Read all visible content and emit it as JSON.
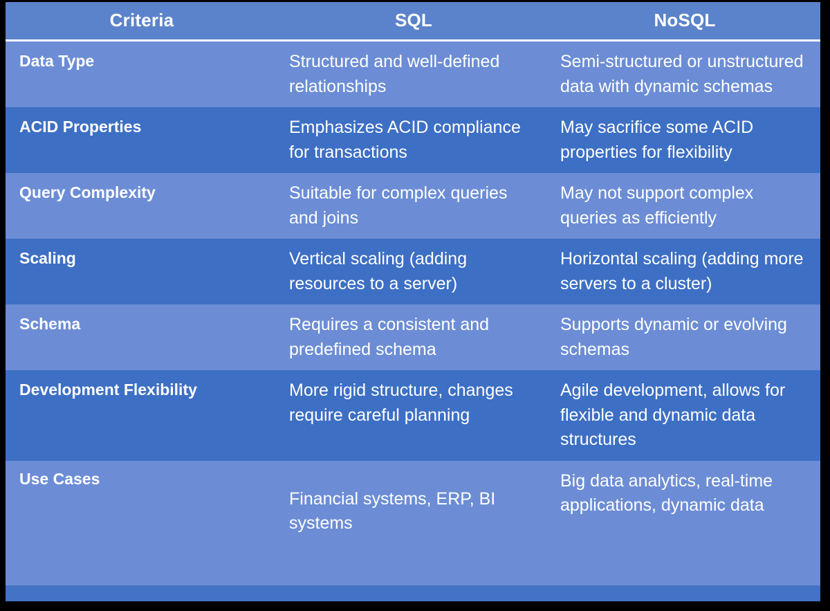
{
  "document": {
    "title": "SQL vs NoSQL Comparison Table",
    "type": "comparison-table"
  },
  "colors": {
    "header_background": "#5B83CB",
    "row_light": "#6C8DD5",
    "row_dark": "#3D6FC4",
    "text": "#FFFFFF",
    "page_background": "#000000",
    "separator": "#FFFFFF"
  },
  "table": {
    "columns": [
      {
        "key": "criteria",
        "label": "Criteria",
        "align": "center"
      },
      {
        "key": "sql",
        "label": "SQL",
        "align": "center"
      },
      {
        "key": "nosql",
        "label": "NoSQL",
        "align": "center"
      }
    ],
    "rows": [
      {
        "criteria": "Data Type",
        "sql": "Structured and well-defined relationships",
        "nosql": "Semi-structured or unstructured data with dynamic schemas",
        "band": "light"
      },
      {
        "criteria": "ACID Properties",
        "sql": "Emphasizes ACID compliance for transactions",
        "nosql": "May sacrifice some ACID properties for flexibility",
        "band": "dark"
      },
      {
        "criteria": "Query Complexity",
        "sql": "Suitable for complex queries and joins",
        "nosql": "May not support complex queries as efficiently",
        "band": "light"
      },
      {
        "criteria": "Scaling",
        "sql": "Vertical scaling (adding resources to a server)",
        "nosql": "Horizontal scaling (adding more servers to a cluster)",
        "band": "dark"
      },
      {
        "criteria": "Schema",
        "sql": "Requires a consistent and predefined schema",
        "nosql": "Supports dynamic or evolving schemas",
        "band": "light"
      },
      {
        "criteria": "Development Flexibility",
        "sql": "More rigid structure, changes require careful planning",
        "nosql": "Agile development, allows for flexible and dynamic data structures",
        "band": "dark"
      },
      {
        "criteria": "Use Cases",
        "sql": "Financial systems, ERP, BI systems",
        "nosql": "Big data analytics, real-time applications, dynamic data",
        "band": "light"
      }
    ]
  }
}
